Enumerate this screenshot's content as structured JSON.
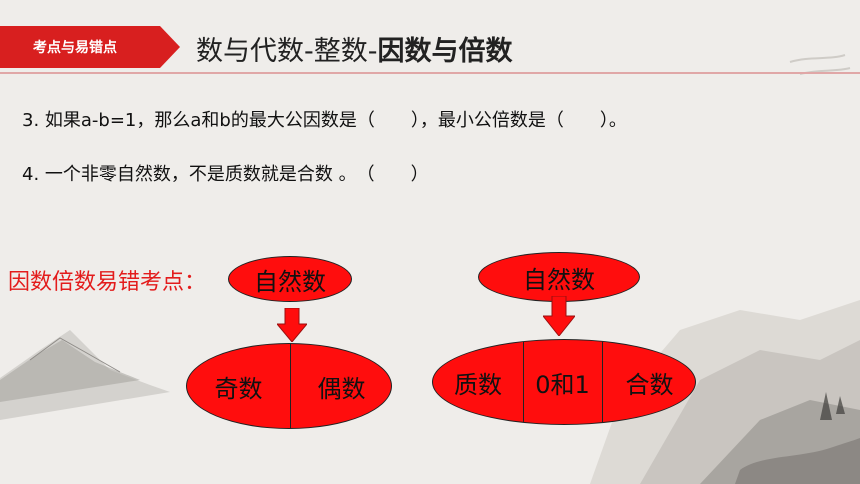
{
  "tag": {
    "label": "考点与易错点"
  },
  "title": {
    "prefix": "数与代数-整数-",
    "bold": "因数与倍数"
  },
  "questions": [
    "3. 如果a-b=1，那么a和b的最大公因数是（　　），最小公倍数是（　　）。",
    "4. 一个非零自然数，不是质数就是合数 。　（　　）"
  ],
  "note": "因数倍数易错考点：",
  "diagram_left": {
    "top": "自然数",
    "parts": [
      "奇数",
      "偶数"
    ]
  },
  "diagram_right": {
    "top": "自然数",
    "parts": [
      "质数",
      "0和1",
      "合数"
    ]
  },
  "colors": {
    "accent": "#d81f1f",
    "shape_fill": "#ff0d0d",
    "note": "#e31b1b"
  }
}
